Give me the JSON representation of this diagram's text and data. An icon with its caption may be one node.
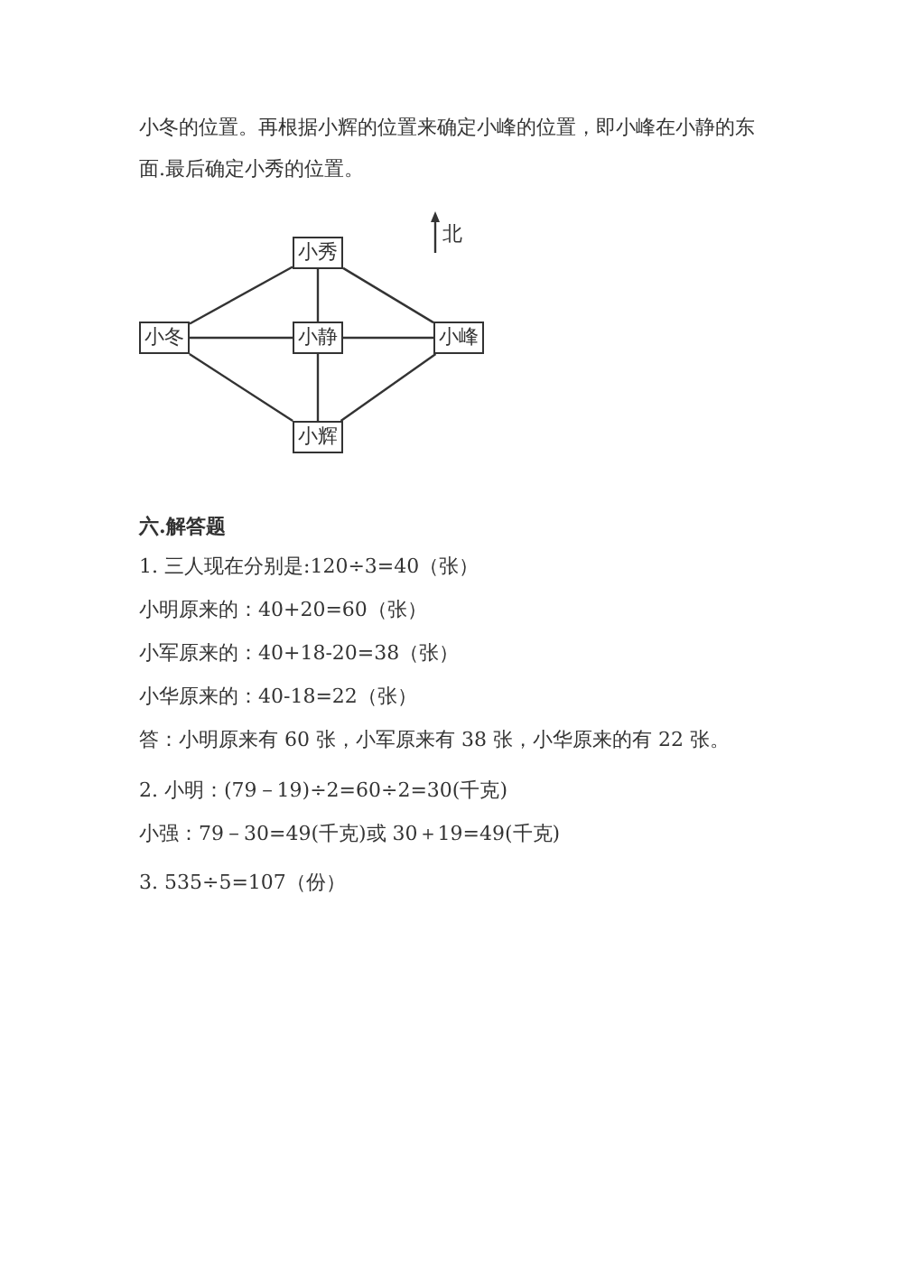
{
  "diagram": {
    "nodes": [
      {
        "text": [
          "小秀"
        ]
      },
      {
        "text": [
          "小冬"
        ]
      },
      {
        "text": [
          "小静"
        ]
      },
      {
        "text": [
          "小峰"
        ]
      },
      {
        "text": [
          "小辉"
        ]
      }
    ],
    "edges": [
      {
        "from": 0,
        "to": 1,
        "arrow": "none"
      },
      {
        "from": 0,
        "to": 3,
        "arrow": "none"
      },
      {
        "from": 0,
        "to": 2,
        "arrow": "none"
      },
      {
        "from": 1,
        "to": 2,
        "arrow": "none"
      },
      {
        "from": 2,
        "to": 3,
        "arrow": "none"
      },
      {
        "from": 1,
        "to": 4,
        "arrow": "none"
      },
      {
        "from": 4,
        "to": 3,
        "arrow": "none"
      },
      {
        "from": 2,
        "to": 4,
        "arrow": "none"
      }
    ],
    "labels": [
      "小冬的位置。再根据小辉的位置来确定小峰的位置，即小峰在小静的东面.最后确定小秀的位置。",
      "北",
      "六.解答题",
      "1. 三人现在分别是:120÷3=40（张）",
      "小明原来的：40+20=60（张）",
      "小军原来的：40+18-20=38（张）",
      "小华原来的：40-18=22（张）",
      "答：小明原来有 60 张，小军原来有 38 张，小华原来的有 22 张。",
      "2. 小明：(79－19)÷2=60÷2=30(千克)",
      "小强：79－30=49(千克)或 30＋19=49(千克)",
      "3. 535÷5=107（份）"
    ]
  }
}
